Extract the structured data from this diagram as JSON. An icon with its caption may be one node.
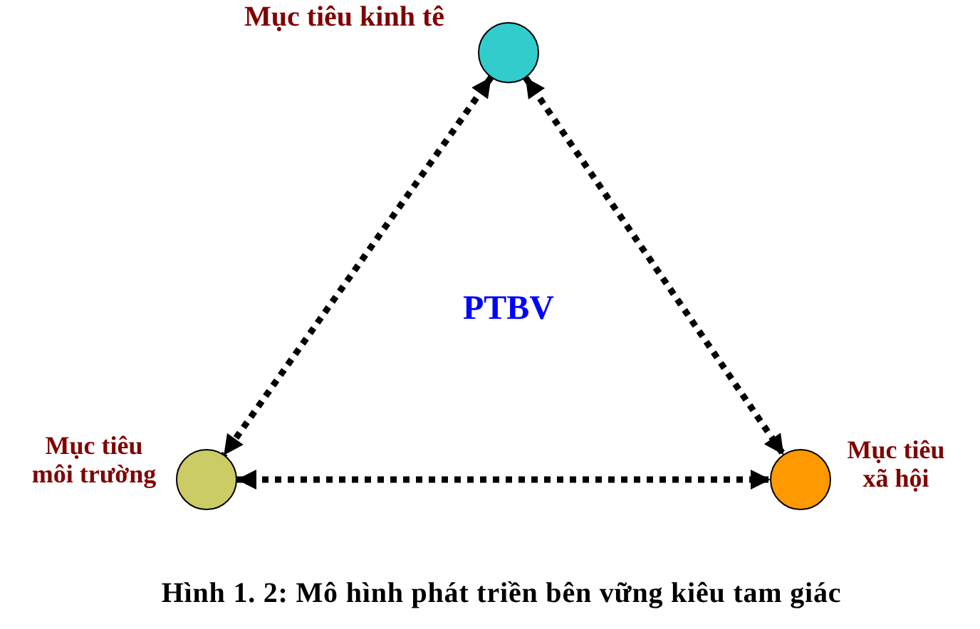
{
  "diagram": {
    "caption": "Hình 1. 2: Mô hình phát triền bên vững kiêu tam giác",
    "nodes": [
      {
        "text": [
          "Mục tiêu kinh tê"
        ]
      },
      {
        "text": [
          "Mục tiêu môi trường"
        ]
      },
      {
        "text": [
          "Mục tiêu xã hội"
        ]
      }
    ],
    "edges": [
      {
        "from": 0,
        "to": 1,
        "arrow": "both",
        "style": "dashed"
      },
      {
        "from": 0,
        "to": 2,
        "arrow": "both",
        "style": "dashed"
      },
      {
        "from": 1,
        "to": 2,
        "arrow": "both",
        "style": "dashed"
      }
    ],
    "labels": [
      "PTBV"
    ]
  }
}
